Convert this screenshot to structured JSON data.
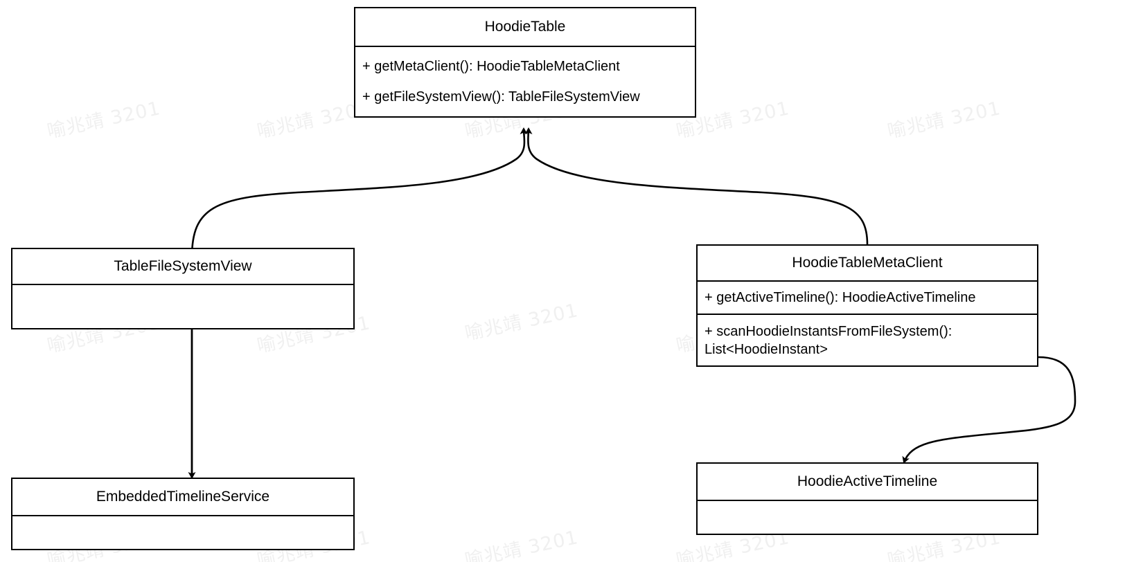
{
  "diagram": {
    "type": "uml-class-diagram",
    "background_color": "#ffffff",
    "line_color": "#000000",
    "text_color": "#000000",
    "watermark": {
      "text": "喻兆靖 3201",
      "color": "#f0f0f0"
    },
    "classes": [
      {
        "id": "hoodie-table",
        "name": "HoodieTable",
        "members": [
          "+ getMetaClient(): HoodieTableMetaClient",
          "+ getFileSystemView(): TableFileSystemView"
        ],
        "divided_members": false
      },
      {
        "id": "table-file-system-view",
        "name": "TableFileSystemView",
        "members": [],
        "divided_members": false
      },
      {
        "id": "hoodie-table-meta-client",
        "name": "HoodieTableMetaClient",
        "members": [
          "+ getActiveTimeline(): HoodieActiveTimeline",
          "+ scanHoodieInstantsFromFileSystem():\nList<HoodieInstant>"
        ],
        "divided_members": true
      },
      {
        "id": "embedded-timeline-service",
        "name": "EmbeddedTimelineService",
        "members": [],
        "divided_members": false
      },
      {
        "id": "hoodie-active-timeline",
        "name": "HoodieActiveTimeline",
        "members": [],
        "divided_members": false
      }
    ],
    "relationships": [
      {
        "id": "tfsv-to-hoodietable",
        "from": "TableFileSystemView",
        "to": "HoodieTable",
        "style": "curved",
        "arrowhead": "solid-triangle"
      },
      {
        "id": "metaclient-to-hoodietable",
        "from": "HoodieTableMetaClient",
        "to": "HoodieTable",
        "style": "curved",
        "arrowhead": "solid-triangle"
      },
      {
        "id": "tfsv-to-embedded",
        "from": "TableFileSystemView",
        "to": "EmbeddedTimelineService",
        "style": "straight",
        "arrowhead": "solid-triangle"
      },
      {
        "id": "metaclient-to-activetimeline",
        "from": "HoodieTableMetaClient",
        "to": "HoodieActiveTimeline",
        "style": "curved",
        "arrowhead": "solid-triangle"
      }
    ]
  }
}
